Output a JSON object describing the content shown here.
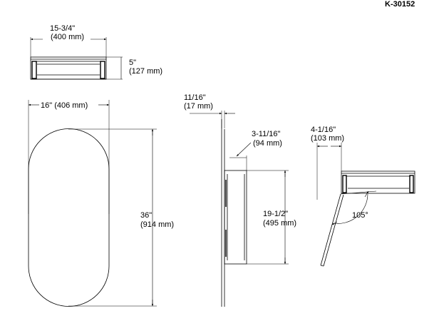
{
  "model_number": "K-30152",
  "top_view": {
    "width_in": "15-3/4\"",
    "width_mm": "(400 mm)",
    "depth_in": "5\"",
    "depth_mm": "(127 mm)"
  },
  "front_view": {
    "width": "16\" (406 mm)",
    "height_in": "36\"",
    "height_mm": "(914 mm)"
  },
  "side_view": {
    "offset_in": "11/16\"",
    "offset_mm": "(17 mm)",
    "cabinet_depth_in": "3-11/16\"",
    "cabinet_depth_mm": "(94 mm)",
    "cabinet_height_in": "19-1/2\"",
    "cabinet_height_mm": "(495 mm)"
  },
  "open_view": {
    "clearance_in": "4-1/16\"",
    "clearance_mm": "(103 mm)",
    "angle": "105°"
  },
  "colors": {
    "line": "#000000",
    "background": "#ffffff"
  }
}
